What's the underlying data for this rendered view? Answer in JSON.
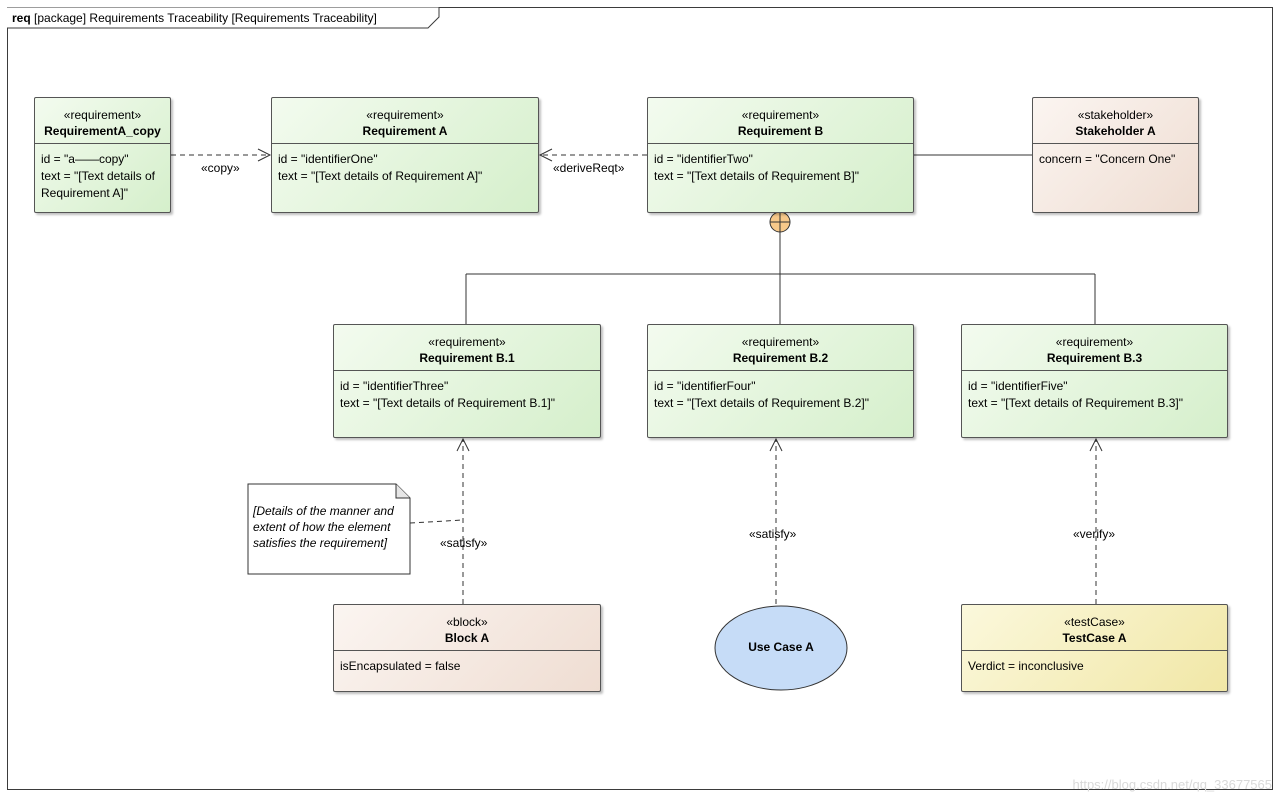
{
  "frame": {
    "kind": "req",
    "title": "[package] Requirements Traceability [Requirements Traceability]"
  },
  "elements": {
    "reqA_copy": {
      "stereotype": "«requirement»",
      "name": "RequirementA_copy",
      "lines": [
        "id = \"a——copy\"",
        "text = \"[Text details of",
        "Requirement A]\""
      ]
    },
    "reqA": {
      "stereotype": "«requirement»",
      "name": "Requirement A",
      "lines": [
        "id = \"identifierOne\"",
        "text = \"[Text details of Requirement A]\""
      ]
    },
    "reqB": {
      "stereotype": "«requirement»",
      "name": "Requirement B",
      "lines": [
        "id = \"identifierTwo\"",
        "text = \"[Text details of Requirement B]\""
      ]
    },
    "stakeA": {
      "stereotype": "«stakeholder»",
      "name": "Stakeholder A",
      "lines": [
        "concern = \"Concern One\""
      ]
    },
    "reqB1": {
      "stereotype": "«requirement»",
      "name": "Requirement B.1",
      "lines": [
        "id = \"identifierThree\"",
        "text = \"[Text details of Requirement B.1]\""
      ]
    },
    "reqB2": {
      "stereotype": "«requirement»",
      "name": "Requirement B.2",
      "lines": [
        "id = \"identifierFour\"",
        "text = \"[Text details of Requirement B.2]\""
      ]
    },
    "reqB3": {
      "stereotype": "«requirement»",
      "name": "Requirement B.3",
      "lines": [
        "id = \"identifierFive\"",
        "text = \"[Text details of Requirement B.3]\""
      ]
    },
    "blockA": {
      "stereotype": "«block»",
      "name": "Block A",
      "lines": [
        "isEncapsulated = false"
      ]
    },
    "testA": {
      "stereotype": "«testCase»",
      "name": "TestCase A",
      "lines": [
        "Verdict = inconclusive"
      ]
    },
    "useCaseA": {
      "name": "Use Case A"
    }
  },
  "connectors": {
    "copy": "«copy»",
    "deriveReqt": "«deriveReqt»",
    "satisfy1": "«satisfy»",
    "satisfy2": "«satisfy»",
    "verify": "«verify»"
  },
  "note": {
    "lines": [
      "[Details of the manner and",
      "extent of how the element",
      "satisfies the requirement]"
    ]
  },
  "watermark": "https://blog.csdn.net/qq_33677565",
  "colors": {
    "requirement_fill": "#d5efcb",
    "stakeholder_fill": "#efddd2",
    "testcase_fill": "#f1e7a6",
    "usecase_fill": "#c6dcf7",
    "containment_fill": "#f7c98a"
  }
}
